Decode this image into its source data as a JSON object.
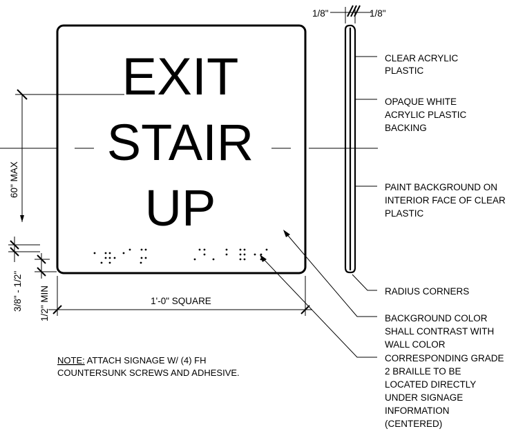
{
  "sign": {
    "line1": "EXIT",
    "line2": "STAIR",
    "line3": "UP"
  },
  "dimensions": {
    "thickness_left": "1/8\"",
    "thickness_right": "1/8\"",
    "height": "60\" MAX",
    "braille_offset": "3/8\" - 1/2\"",
    "braille_margin": "1/2\" MIN",
    "width": "1'-0\" SQUARE"
  },
  "callouts": {
    "acrylic": [
      "CLEAR ACRYLIC",
      "PLASTIC"
    ],
    "backing": [
      "OPAQUE WHITE",
      "ACRYLIC PLASTIC",
      "BACKING"
    ],
    "paint": [
      "PAINT BACKGROUND ON",
      "INTERIOR FACE OF CLEAR",
      "PLASTIC"
    ],
    "radius": [
      "RADIUS CORNERS"
    ],
    "background": [
      "BACKGROUND COLOR",
      "SHALL CONTRAST WITH",
      "WALL COLOR"
    ],
    "braille": [
      "CORRESPONDING GRADE",
      "2 BRAILLE TO BE",
      "LOCATED DIRECTLY",
      "UNDER SIGNAGE",
      "INFORMATION",
      "(CENTERED)"
    ]
  },
  "note": {
    "label": "NOTE:",
    "line1": " ATTACH SIGNAGE W/ (4) FH",
    "line2": "COUNTERSUNK SCREWS AND ADHESIVE."
  }
}
